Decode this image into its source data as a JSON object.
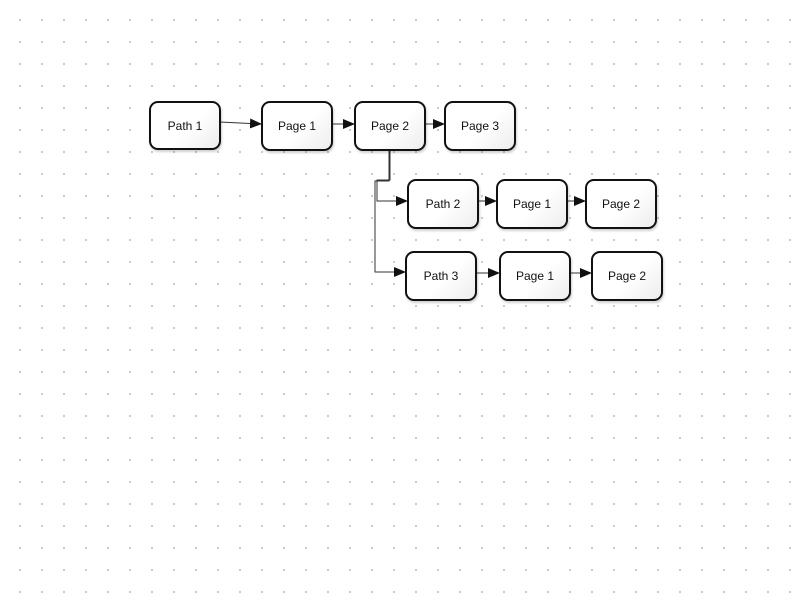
{
  "diagram": {
    "nodes": [
      {
        "id": "path1",
        "label": "Path 1"
      },
      {
        "id": "p1_page1",
        "label": "Page 1"
      },
      {
        "id": "p1_page2",
        "label": "Page 2"
      },
      {
        "id": "p1_page3",
        "label": "Page 3"
      },
      {
        "id": "path2",
        "label": "Path 2"
      },
      {
        "id": "p2_page1",
        "label": "Page 1"
      },
      {
        "id": "p2_page2",
        "label": "Page 2"
      },
      {
        "id": "path3",
        "label": "Path 3"
      },
      {
        "id": "p3_page1",
        "label": "Page 1"
      },
      {
        "id": "p3_page2",
        "label": "Page 2"
      }
    ],
    "edges": [
      {
        "from": "path1",
        "to": "p1_page1"
      },
      {
        "from": "p1_page1",
        "to": "p1_page2"
      },
      {
        "from": "p1_page2",
        "to": "p1_page3"
      },
      {
        "from": "p1_page2",
        "to": "path2"
      },
      {
        "from": "p1_page2",
        "to": "path3"
      },
      {
        "from": "path2",
        "to": "p2_page1"
      },
      {
        "from": "p2_page1",
        "to": "p2_page2"
      },
      {
        "from": "path3",
        "to": "p3_page1"
      },
      {
        "from": "p3_page1",
        "to": "p3_page2"
      }
    ]
  }
}
